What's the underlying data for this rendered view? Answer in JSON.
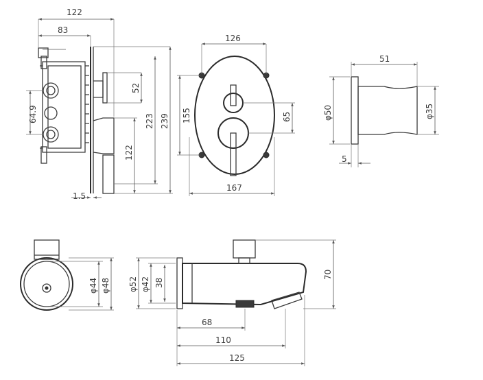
{
  "dimensions": {
    "side_width_122": "122",
    "side_width_83": "83",
    "side_height_52": "52",
    "side_height_223": "223",
    "side_height_239": "239",
    "side_height_122": "122",
    "side_depth_1_5": "1.5",
    "side_height_64_9": "64.9",
    "front_width_126": "126",
    "front_height_155": "155",
    "front_height_65": "65",
    "front_width_167": "167",
    "shower_width_51": "51",
    "shower_dia_50": "φ50",
    "shower_dia_35": "φ35",
    "shower_thick_5": "5",
    "round_dia_44": "φ44",
    "round_dia_48": "φ48",
    "spout_dia_52": "φ52",
    "spout_dia_42": "φ42",
    "spout_height_38": "38",
    "spout_height_70": "70",
    "spout_len_68": "68",
    "spout_len_110": "110",
    "spout_len_125": "125"
  },
  "colors": {
    "line": "#3a3a3a",
    "dimension": "#555555",
    "background": "#ffffff"
  }
}
